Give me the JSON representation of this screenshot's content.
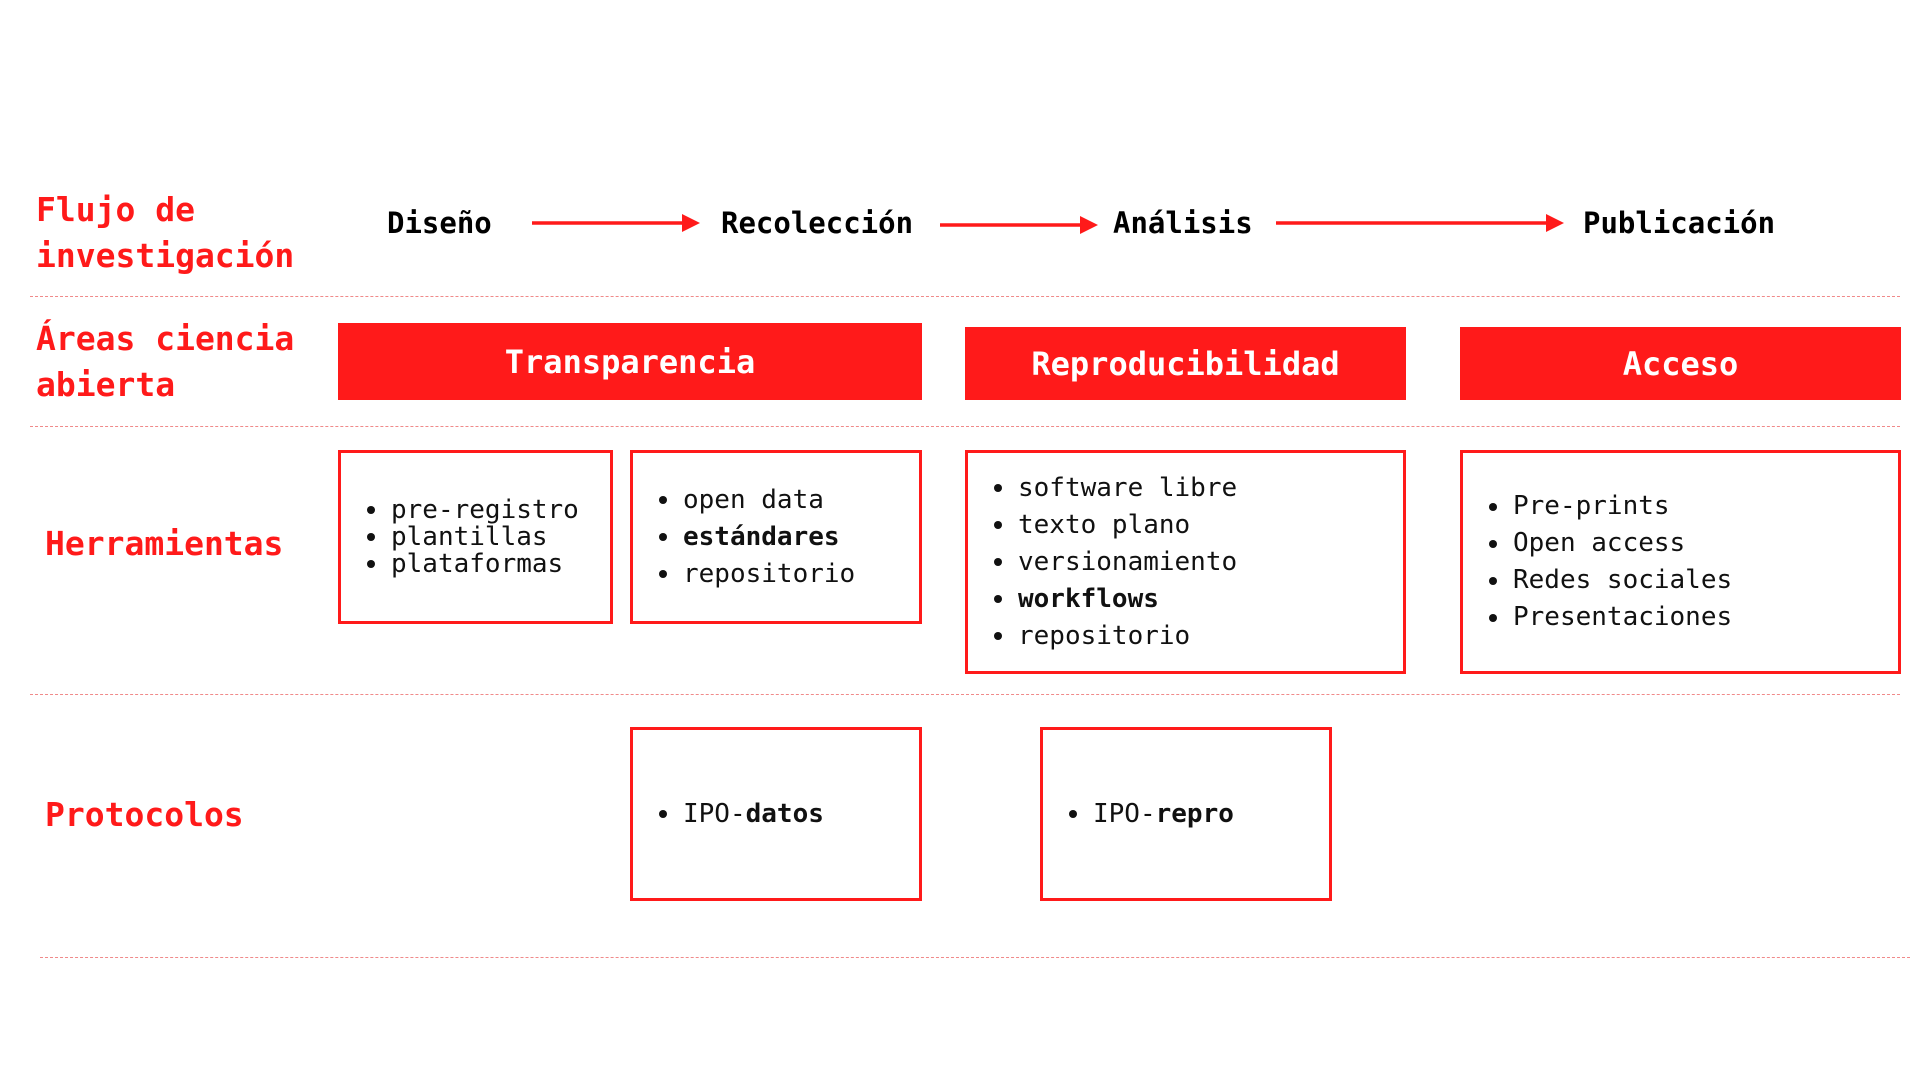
{
  "labels": {
    "flujo": "Flujo de\ninvestigación",
    "areas": "Áreas ciencia\nabierta",
    "herramientas": "Herramientas",
    "protocolos": "Protocolos"
  },
  "flow": [
    "Diseño",
    "Recolección",
    "Análisis",
    "Publicación"
  ],
  "areas": [
    "Transparencia",
    "Reproducibilidad",
    "Acceso"
  ],
  "tools": {
    "transparencia_1": [
      "pre-registro",
      "plantillas",
      "plataformas"
    ],
    "transparencia_2": [
      "open data",
      "estándares",
      "repositorio"
    ],
    "reproducibilidad": [
      "software libre",
      "texto plano",
      "versionamiento",
      "workflows",
      "repositorio"
    ],
    "acceso": [
      "Pre-prints",
      "Open access",
      "Redes sociales",
      "Presentaciones"
    ]
  },
  "protocols": {
    "datos": {
      "prefix": "IPO-",
      "suffix": "datos"
    },
    "repro": {
      "prefix": "IPO-",
      "suffix": "repro"
    }
  },
  "colors": {
    "accent": "#ff1a1a",
    "text": "#111111",
    "divider": "#f08a8a"
  }
}
